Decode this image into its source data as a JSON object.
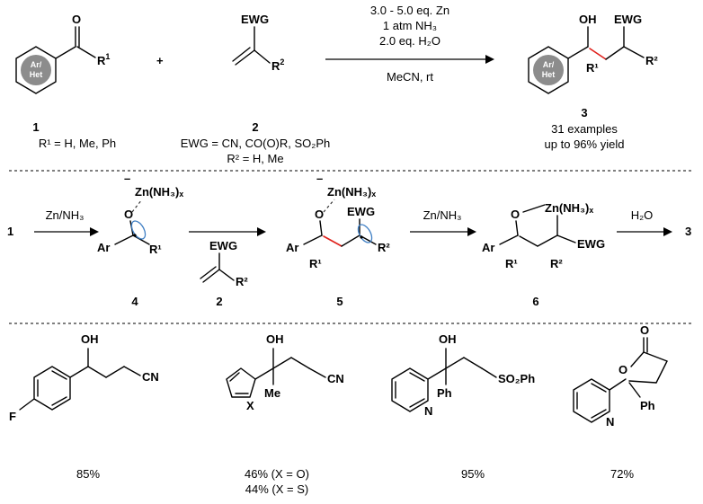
{
  "top": {
    "reactant1": {
      "ring_label": "Ar/\nHet",
      "o": "O",
      "r": "R",
      "r_sup": "1",
      "number": "1",
      "note": "R¹ = H, Me, Ph"
    },
    "plus": "+",
    "reactant2": {
      "ewg": "EWG",
      "r": "R",
      "r_sup": "2",
      "number": "2",
      "note1": "EWG = CN, CO(O)R, SO₂Ph",
      "note2": "R² = H, Me"
    },
    "conditions_above": [
      "3.0 - 5.0 eq. Zn",
      "1 atm NH₃",
      "2.0 eq. H₂O"
    ],
    "conditions_below": "MeCN, rt",
    "product": {
      "ring_label": "Ar/\nHet",
      "oh": "OH",
      "ewg": "EWG",
      "r1": "R¹",
      "r2": "R²",
      "number": "3",
      "note1": "31 examples",
      "note2": "up to 96% yield"
    }
  },
  "mechanism": {
    "start": "1",
    "step1_reagent": "Zn/NH₃",
    "int4": {
      "zn": "Zn(NH₃)ₓ",
      "o": "O",
      "charge": "–",
      "ar": "Ar",
      "r1": "R¹",
      "number": "4"
    },
    "reagent2": {
      "ewg": "EWG",
      "r2": "R²",
      "number": "2"
    },
    "int5": {
      "zn": "Zn(NH₃)ₓ",
      "o": "O",
      "charge": "–",
      "ewg": "EWG",
      "ar": "Ar",
      "r1": "R¹",
      "r2": "R²",
      "number": "5"
    },
    "step3_reagent": "Zn/NH₃",
    "int6": {
      "zn": "Zn(NH₃)ₓ",
      "o": "O",
      "ewg": "EWG",
      "ar": "Ar",
      "r1": "R¹",
      "r2": "R²",
      "number": "6"
    },
    "step4_reagent": "H₂O",
    "end": "3"
  },
  "examples": [
    {
      "labels": [
        "OH",
        "CN",
        "F"
      ],
      "yield": "85%",
      "yield2": ""
    },
    {
      "labels": [
        "OH",
        "Me",
        "CN",
        "X"
      ],
      "yield": "46% (X = O)",
      "yield2": "44% (X = S)"
    },
    {
      "labels": [
        "OH",
        "N",
        "Ph",
        "SO₂Ph"
      ],
      "yield": "95%",
      "yield2": ""
    },
    {
      "labels": [
        "O",
        "O",
        "N",
        "Ph"
      ],
      "yield": "72%",
      "yield2": ""
    }
  ]
}
